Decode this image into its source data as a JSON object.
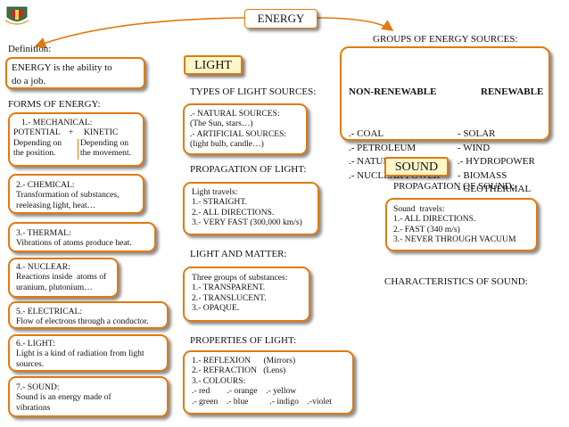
{
  "title": "ENERGY",
  "definition": {
    "heading": "Definition:",
    "text": "ENERGY is the ability to\ndo a job."
  },
  "forms": {
    "heading": "FORMS OF ENERGY:",
    "mechanical": {
      "title": "1.- MECHANICAL:",
      "potential": "POTENTIAL",
      "plus": "+",
      "kinetic": "KINETIC",
      "left_desc": "Depending on\nthe position.",
      "right_desc": "Depending on\nthe movement."
    },
    "items": [
      {
        "text": "2.- CHEMICAL:\nTransformation of substances,\nreeleasing light, heat…"
      },
      {
        "text": "3.- THERMAL:\nVibrations of atoms produce heat."
      },
      {
        "text": "4.- NUCLEAR:\nReactions inside  atoms of\nuranium, plutonium…"
      },
      {
        "text": "5.- ELECTRICAL:\nFlow of electrons through a conductor."
      },
      {
        "text": "6.- LIGHT:\nLight is a kind of radiation from light\nsources."
      },
      {
        "text": "7.- SOUND:\nSound is an energy made of\nvibrations"
      }
    ]
  },
  "light": {
    "label": "LIGHT",
    "types_heading": "TYPES OF LIGHT SOURCES:",
    "types_text": ".- NATURAL SOURCES:\n(The Sun, stars…)\n.- ARTIFICIAL SOURCES:\n(light bulb, candle…)",
    "propagation_heading": "PROPAGATION OF LIGHT:",
    "propagation_text": "Light travels:\n1.- STRAIGHT.\n2.- ALL DIRECTIONS.\n3.- VERY FAST (300,000 km/s)",
    "matter_heading": "LIGHT AND MATTER:",
    "matter_text": "Three groups of substances:\n1.- TRANSPARENT.\n2.- TRANSLUCENT.\n3.- OPAQUE.",
    "properties_heading": "PROPERTIES OF LIGHT:",
    "properties_text": "1.- REFLEXION      (Mirrors)\n2.- REFRACTION   (Lens)\n3.- COLOURS:\n.- red        .- orange    .- yellow\n.- green    .- blue          .- indigo    .-violet"
  },
  "groups": {
    "heading": "GROUPS OF ENERGY  SOURCES:",
    "nonrenewable_heading": "NON-RENEWABLE",
    "nonrenewable_items": ".- COAL\n.- PETROLEUM\n.- NATURAL GAS\n.- NUCLEAR POWER",
    "renewable_heading": "RENEWABLE",
    "renewable_items": "- SOLAR\n- WIND\n.- HYDROPOWER\n- BIOMASS\n- GEOTHERMAL"
  },
  "sound": {
    "label": "SOUND",
    "propagation_heading": "PROPAGATION OF SOUND:",
    "propagation_text": "Sound  travels:\n1.- ALL DIRECTIONS.\n2.- FAST (340 m/s)\n3.- NEVER THROUGH VACUUM",
    "characteristics_heading": "CHARACTERISTICS OF SOUND:"
  },
  "colors": {
    "border": "#e07a10",
    "label_fill": "#fff7c8",
    "arrow": "#e07a10"
  }
}
